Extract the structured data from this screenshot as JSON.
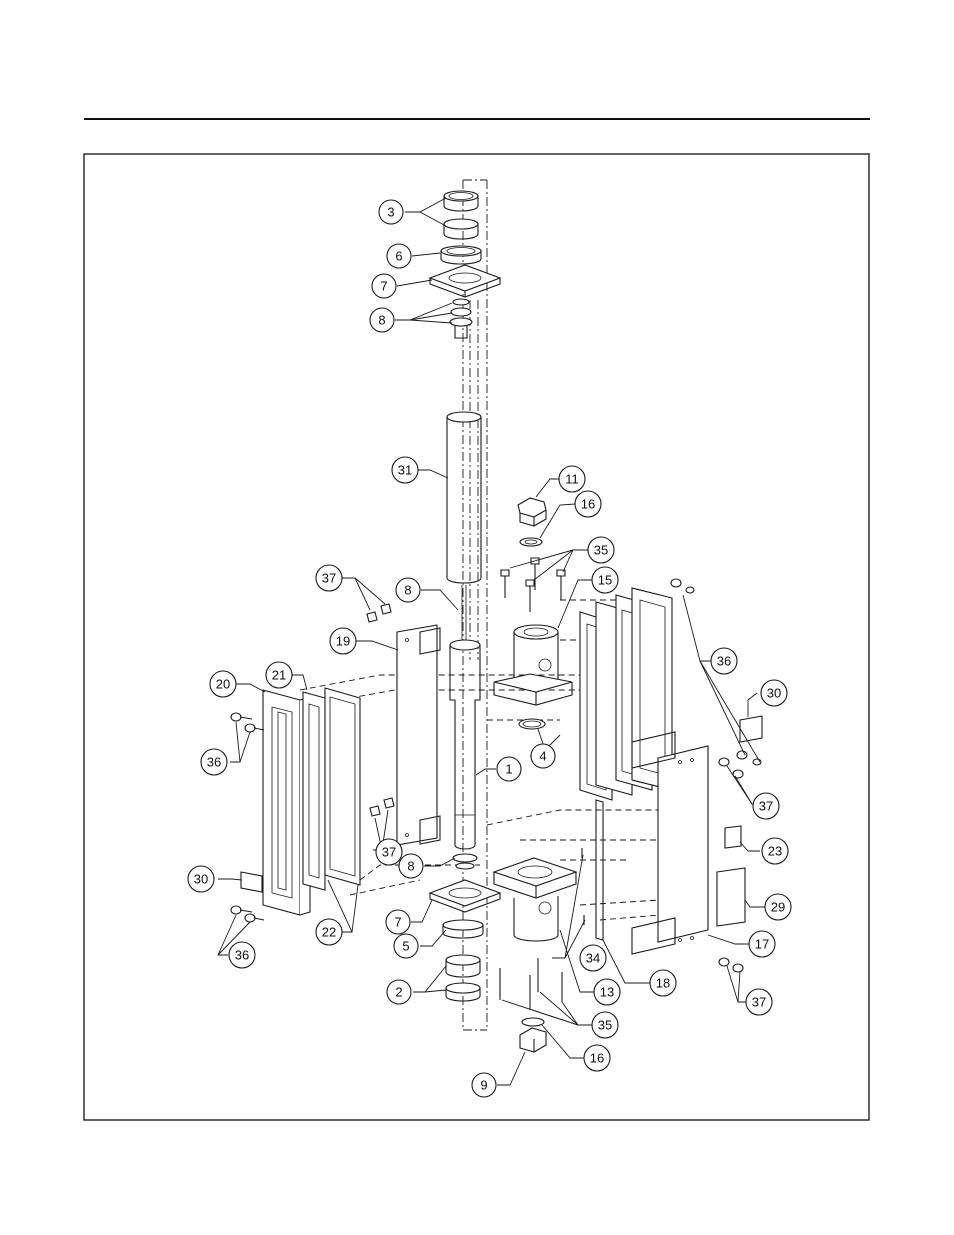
{
  "colors": {
    "ink": "#1a1a1a",
    "paper": "#ffffff"
  },
  "callouts": [
    {
      "id": "c3",
      "label": "3"
    },
    {
      "id": "c6",
      "label": "6"
    },
    {
      "id": "c7a",
      "label": "7"
    },
    {
      "id": "c8a",
      "label": "8"
    },
    {
      "id": "c31",
      "label": "31"
    },
    {
      "id": "c11",
      "label": "11"
    },
    {
      "id": "c16a",
      "label": "16"
    },
    {
      "id": "c35a",
      "label": "35"
    },
    {
      "id": "c37a",
      "label": "37"
    },
    {
      "id": "c8b",
      "label": "8"
    },
    {
      "id": "c15",
      "label": "15"
    },
    {
      "id": "c19",
      "label": "19"
    },
    {
      "id": "c36a",
      "label": "36"
    },
    {
      "id": "c21",
      "label": "21"
    },
    {
      "id": "c20",
      "label": "20"
    },
    {
      "id": "c30a",
      "label": "30"
    },
    {
      "id": "c4",
      "label": "4"
    },
    {
      "id": "c36b",
      "label": "36"
    },
    {
      "id": "c1",
      "label": "1"
    },
    {
      "id": "c37b",
      "label": "37"
    },
    {
      "id": "c37c",
      "label": "37"
    },
    {
      "id": "c23",
      "label": "23"
    },
    {
      "id": "c8c",
      "label": "8"
    },
    {
      "id": "c30b",
      "label": "30"
    },
    {
      "id": "c29",
      "label": "29"
    },
    {
      "id": "c7b",
      "label": "7"
    },
    {
      "id": "c22",
      "label": "22"
    },
    {
      "id": "c5",
      "label": "5"
    },
    {
      "id": "c36c",
      "label": "36"
    },
    {
      "id": "c34",
      "label": "34"
    },
    {
      "id": "c17",
      "label": "17"
    },
    {
      "id": "c2",
      "label": "2"
    },
    {
      "id": "c13",
      "label": "13"
    },
    {
      "id": "c18",
      "label": "18"
    },
    {
      "id": "c37d",
      "label": "37"
    },
    {
      "id": "c35b",
      "label": "35"
    },
    {
      "id": "c16b",
      "label": "16"
    },
    {
      "id": "c9",
      "label": "9"
    }
  ]
}
